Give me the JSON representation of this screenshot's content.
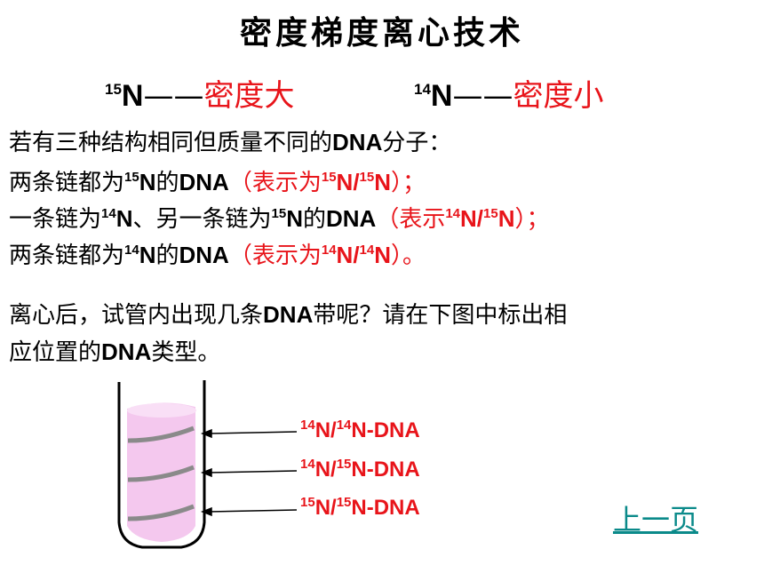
{
  "title": "密度梯度离心技术",
  "density": {
    "n15": {
      "sup": "15",
      "el": "N",
      "dash": "——",
      "desc": "密度大"
    },
    "n14": {
      "sup": "14",
      "el": "N",
      "dash": "——",
      "desc": "密度小"
    }
  },
  "intro": {
    "pre": "若有三种结构相同但质量不同的",
    "dna": "DNA",
    "post": "分子："
  },
  "line1": {
    "pre": "两条链都为",
    "sup": "15",
    "n": "N",
    "de": "的",
    "dna": "DNA",
    "paren": "（表示为",
    "s1": "15",
    "n1": "N/",
    "s2": "15",
    "n2": "N",
    "end": "）；"
  },
  "line2": {
    "pre": "一条链为",
    "supA": "14",
    "nA": "N",
    "mid": "、另一条链为",
    "supB": "15",
    "nB": "N",
    "de": "的",
    "dna": "DNA",
    "paren": "（表示",
    "s1": "14",
    "n1": "N/",
    "s2": "15",
    "n2": "N",
    "end": "）；"
  },
  "line3": {
    "pre": "两条链都为",
    "sup": "14",
    "n": "N",
    "de": "的",
    "dna": "DNA",
    "paren": "（表示为",
    "s1": "14",
    "n1": "N/",
    "s2": "14",
    "n2": "N",
    "end": "）。"
  },
  "question": {
    "q1pre": "离心后，试管内出现几条",
    "dna1": "DNA",
    "q1post": "带呢？请在下图中标出相",
    "q2pre": "应位置的",
    "dna2": "DNA",
    "q2post": "类型。"
  },
  "bands": [
    {
      "s1": "14",
      "n1": "N/",
      "s2": "14",
      "n2": "N-DNA"
    },
    {
      "s1": "14",
      "n1": "N/",
      "s2": "15",
      "n2": "N-DNA"
    },
    {
      "s1": "15",
      "n1": "N/",
      "s2": "15",
      "n2": "N-DNA"
    }
  ],
  "nav": {
    "prev_label": "上一页"
  },
  "colors": {
    "accent_red": "#e8141a",
    "liquid_pink": "#f4c8ee",
    "band_gray": "#8a8a8a",
    "link_teal": "#0b8a8a"
  }
}
